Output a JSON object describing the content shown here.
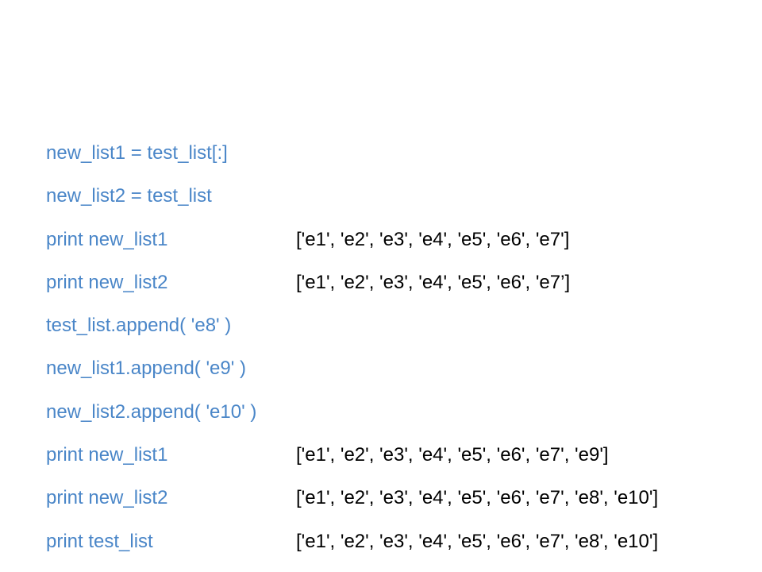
{
  "lines": [
    {
      "code": "new_list1 = test_list[:]",
      "output": ""
    },
    {
      "code": "new_list2 = test_list",
      "output": ""
    },
    {
      "code": "print new_list1",
      "output": "['e1', 'e2', 'e3', 'e4', 'e5', 'e6', 'e7']"
    },
    {
      "code": "print new_list2",
      "output": "['e1', 'e2', 'e3', 'e4', 'e5', 'e6', 'e7’]"
    },
    {
      "code": "test_list.append( 'e8' )",
      "output": ""
    },
    {
      "code": "new_list1.append( 'e9' )",
      "output": ""
    },
    {
      "code": "new_list2.append( 'e10' )",
      "output": ""
    },
    {
      "code": "print new_list1",
      "output": "['e1', 'e2', 'e3', 'e4', 'e5', 'e6', 'e7', 'e9']"
    },
    {
      "code": "print new_list2",
      "output": "['e1', 'e2', 'e3', 'e4', 'e5', 'e6', 'e7', 'e8', 'e10']"
    },
    {
      "code": "print test_list",
      "output": "['e1', 'e2', 'e3', 'e4', 'e5', 'e6', 'e7', 'e8', 'e10']"
    }
  ],
  "colors": {
    "code": "#4a86c8",
    "output": "#000000",
    "background": "#ffffff"
  }
}
